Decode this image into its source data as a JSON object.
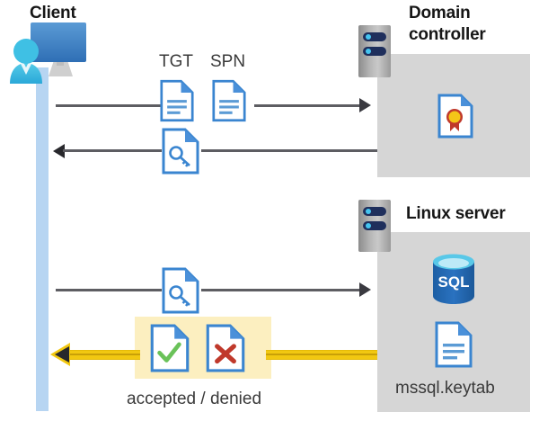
{
  "diagram": {
    "title": "Kerberos authentication flow between client, domain controller and Linux server",
    "colors": {
      "lifeline": "#b7d5f2",
      "panel": "#d6d6d6",
      "line_gray": "#5d5d62",
      "line_yellow": "#f2c811",
      "highlight": "#fcefc0",
      "doc_blue": "#3a85d0",
      "accent_red": "#c42b1c",
      "accent_green": "#5fc14e",
      "sql_blue": "#1e65ae",
      "cert_gold": "#f5c518"
    }
  },
  "actors": {
    "client": {
      "label": "Client",
      "icon": "client-workstation-icon"
    },
    "domain_controller": {
      "label_line1": "Domain",
      "label_line2": "controller",
      "icon": "server-rack-icon",
      "contents": [
        {
          "name": "certificate-document-icon",
          "label": ""
        }
      ]
    },
    "linux_server": {
      "label": "Linux server",
      "icon": "server-rack-icon",
      "contents": [
        {
          "name": "sql-database-icon",
          "label": "SQL"
        },
        {
          "name": "keytab-document-icon",
          "label": "mssql.keytab"
        }
      ]
    }
  },
  "messages": [
    {
      "id": "request-tgt-spn",
      "direction": "right",
      "labels": [
        "TGT",
        "SPN"
      ],
      "icons": [
        "document-icon",
        "document-icon"
      ]
    },
    {
      "id": "receive-service-ticket",
      "direction": "left",
      "labels": [],
      "icons": [
        "key-document-icon"
      ]
    },
    {
      "id": "present-service-ticket",
      "direction": "right",
      "labels": [],
      "icons": [
        "key-document-icon"
      ]
    },
    {
      "id": "auth-result",
      "direction": "left",
      "labels": [
        "accepted / denied"
      ],
      "icons": [
        "accepted-document-icon",
        "denied-document-icon"
      ],
      "highlighted": true
    }
  ],
  "labels": {
    "tgt": "TGT",
    "spn": "SPN",
    "accepted_denied": "accepted / denied",
    "keytab": "mssql.keytab",
    "sql": "SQL"
  }
}
